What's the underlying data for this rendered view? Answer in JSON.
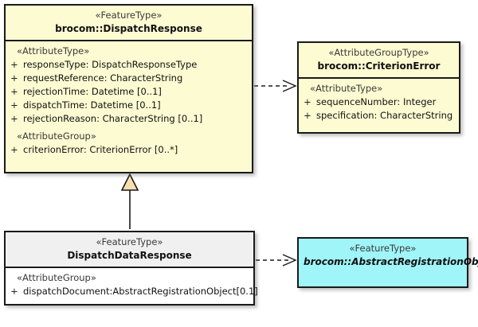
{
  "diagram": {
    "title": "UML class diagram",
    "colors": {
      "feature_type_fill": "#fdfbd2",
      "attribute_group_type_fill": "#fdfbd2",
      "abstract_feature_fill": "#9ff5f8",
      "subclass_header_fill": "#f0f0f0",
      "border": "#1a1a1a",
      "generalization_arrow_fill": "#f7ddb0"
    }
  },
  "classes": {
    "dispatch_response": {
      "stereotype": "«FeatureType»",
      "name": "brocom::DispatchResponse",
      "compartments": [
        {
          "group": "«AttributeType»",
          "attributes": [
            {
              "visibility": "+",
              "text": "responseType: DispatchResponseType"
            },
            {
              "visibility": "+",
              "text": "requestReference: CharacterString"
            },
            {
              "visibility": "+",
              "text": "rejectionTime: Datetime [0..1]"
            },
            {
              "visibility": "+",
              "text": "dispatchTime: Datetime [0..1]"
            },
            {
              "visibility": "+",
              "text": "rejectionReason: CharacterString [0..1]"
            }
          ]
        },
        {
          "group": "«AttributeGroup»",
          "attributes": [
            {
              "visibility": "+",
              "text": "criterionError: CriterionError [0..*]"
            }
          ]
        }
      ]
    },
    "criterion_error": {
      "stereotype": "«AttributeGroupType»",
      "name": "brocom::CriterionError",
      "compartments": [
        {
          "group": "«AttributeType»",
          "attributes": [
            {
              "visibility": "+",
              "text": "sequenceNumber: Integer"
            },
            {
              "visibility": "+",
              "text": "specification: CharacterString"
            }
          ]
        }
      ]
    },
    "dispatch_data_response": {
      "stereotype": "«FeatureType»",
      "name": "DispatchDataResponse",
      "compartments": [
        {
          "group": "«AttributeGroup»",
          "attributes": [
            {
              "visibility": "+",
              "text": "dispatchDocument:AbstractRegistrationObject[0.1]"
            }
          ]
        }
      ]
    },
    "abstract_registration_object": {
      "stereotype": "«FeatureType»",
      "name": "brocom::AbstractRegistrationObject",
      "compartments": []
    }
  },
  "relationships": [
    {
      "id": "generalization",
      "kind": "generalization",
      "from": "dispatch_data_response",
      "to": "dispatch_response",
      "label": ""
    },
    {
      "id": "dependency-criterion-error",
      "kind": "dependency",
      "from": "dispatch_response",
      "to": "criterion_error",
      "label": ""
    },
    {
      "id": "dependency-abstract-registration-object",
      "kind": "dependency",
      "from": "dispatch_data_response",
      "to": "abstract_registration_object",
      "label": ""
    }
  ]
}
